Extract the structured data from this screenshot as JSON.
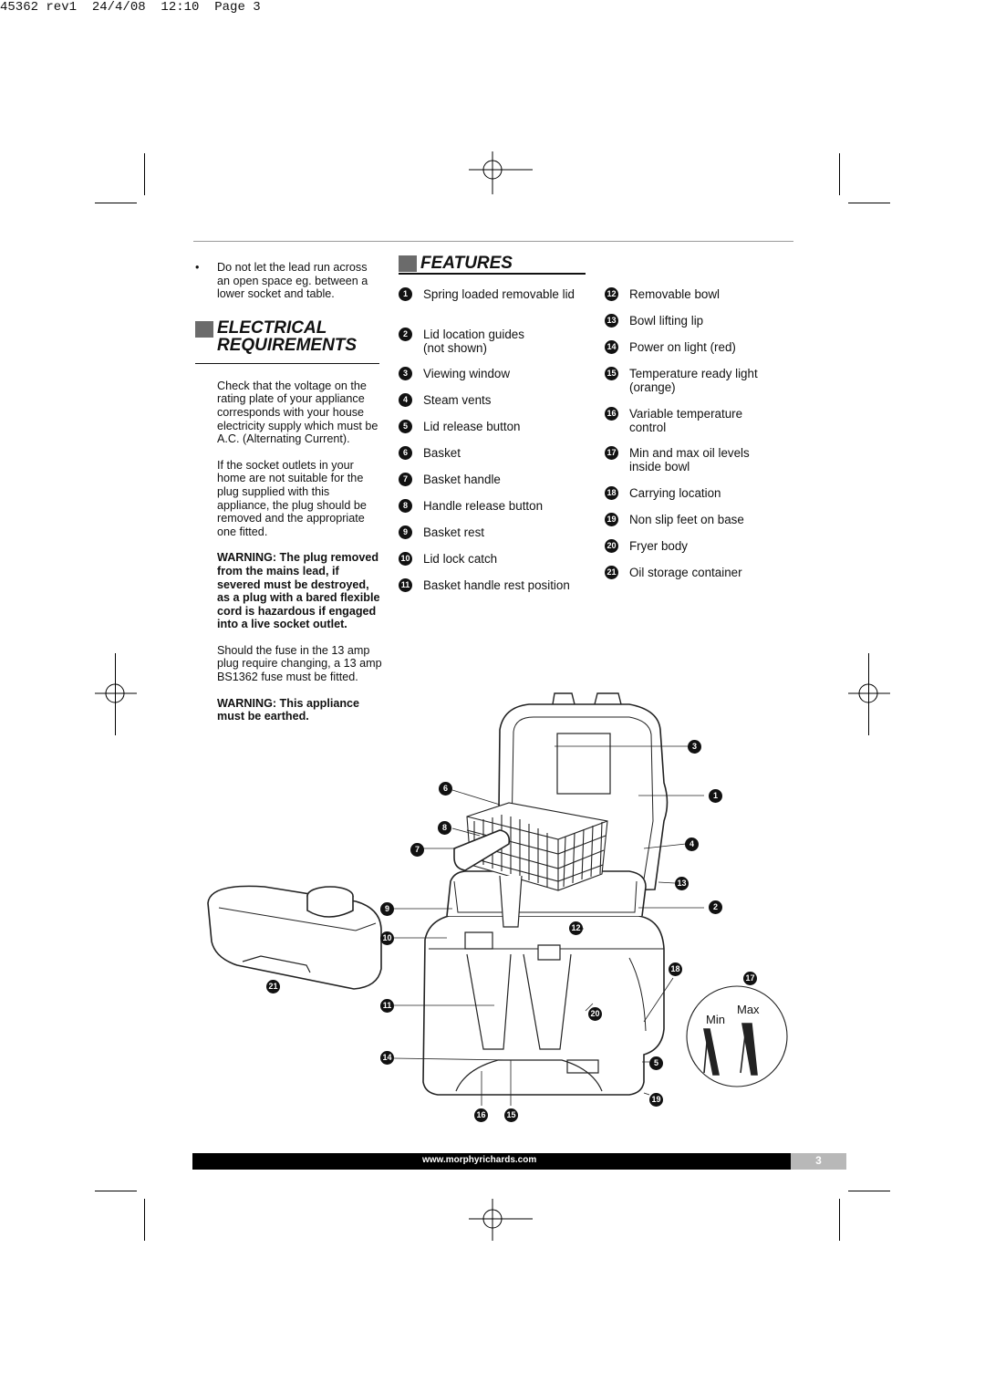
{
  "slug": "45362 rev1  24/4/08  12:10  Page 3",
  "left_column": {
    "bullet": "•",
    "bullet_text": "Do not let the lead run across an open space eg. between a lower socket and table.",
    "section_title_line1": "ELECTRICAL",
    "section_title_line2": "REQUIREMENTS",
    "para1": "Check that the voltage on the rating plate of your appliance corresponds with your house electricity supply which must be A.C. (Alternating Current).",
    "para2": "If the socket outlets in your home are not suitable for the plug supplied with this appliance, the plug should be removed and the appropriate one fitted.",
    "warning1": "WARNING: The plug removed from the mains lead, if severed must be destroyed, as a plug with a bared flexible cord is hazardous if engaged into a live socket outlet.",
    "para3": "Should the fuse in the 13 amp plug require changing, a 13 amp BS1362 fuse must be fitted.",
    "warning2": "WARNING: This appliance must be earthed."
  },
  "features": {
    "title": "FEATURES",
    "col1": [
      {
        "num": "1",
        "label": "Spring loaded removable lid"
      },
      {
        "num": "2",
        "label": "Lid location guides (not shown)"
      },
      {
        "num": "3",
        "label": "Viewing window"
      },
      {
        "num": "4",
        "label": "Steam vents"
      },
      {
        "num": "5",
        "label": "Lid release button"
      },
      {
        "num": "6",
        "label": "Basket"
      },
      {
        "num": "7",
        "label": "Basket handle"
      },
      {
        "num": "8",
        "label": "Handle release button"
      },
      {
        "num": "9",
        "label": "Basket rest"
      },
      {
        "num": "10",
        "label": "Lid lock catch"
      },
      {
        "num": "11",
        "label": "Basket handle rest position"
      }
    ],
    "col2": [
      {
        "num": "12",
        "label": "Removable bowl"
      },
      {
        "num": "13",
        "label": "Bowl lifting lip"
      },
      {
        "num": "14",
        "label": "Power on light (red)"
      },
      {
        "num": "15",
        "label": "Temperature ready light (orange)"
      },
      {
        "num": "16",
        "label": "Variable temperature control"
      },
      {
        "num": "17",
        "label": "Min and max oil levels inside bowl"
      },
      {
        "num": "18",
        "label": "Carrying location"
      },
      {
        "num": "19",
        "label": "Non slip feet on base"
      },
      {
        "num": "20",
        "label": "Fryer body"
      },
      {
        "num": "21",
        "label": "Oil storage container"
      }
    ]
  },
  "diagram": {
    "callouts": [
      "3",
      "1",
      "4",
      "13",
      "2",
      "6",
      "8",
      "7",
      "9",
      "10",
      "12",
      "18",
      "17",
      "11",
      "20",
      "14",
      "5",
      "19",
      "16",
      "15",
      "21"
    ],
    "oil_min_label": "Min",
    "oil_max_label": "Max"
  },
  "footer": {
    "url": "www.morphyrichards.com",
    "page_number": "3"
  }
}
